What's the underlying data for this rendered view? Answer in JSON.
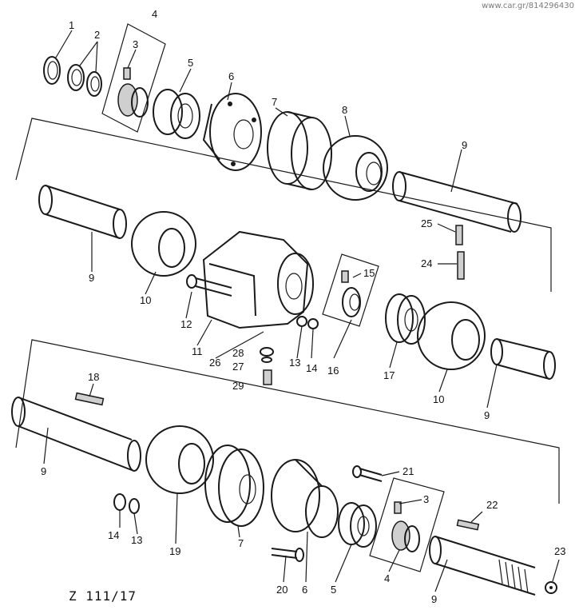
{
  "watermark": "www.car.gr/814296430",
  "figure_code": "Z 111/17",
  "callouts": {
    "c1": "1",
    "c2": "2",
    "c3a": "3",
    "c4a": "4",
    "c5a": "5",
    "c6a": "6",
    "c7a": "7",
    "c8": "8",
    "c9a": "9",
    "c9b": "9",
    "c9c": "9",
    "c9d": "9",
    "c9e": "9",
    "c10a": "10",
    "c10b": "10",
    "c11": "11",
    "c12": "12",
    "c13a": "13",
    "c13b": "13",
    "c14a": "14",
    "c14b": "14",
    "c15": "15",
    "c16": "16",
    "c17": "17",
    "c18": "18",
    "c19": "19",
    "c20": "20",
    "c21": "21",
    "c22": "22",
    "c23": "23",
    "c24": "24",
    "c25": "25",
    "c26": "26",
    "c27": "27",
    "c28": "28",
    "c29": "29",
    "c3b": "3",
    "c4b": "4",
    "c5b": "5",
    "c6b": "6",
    "c7b": "7"
  }
}
